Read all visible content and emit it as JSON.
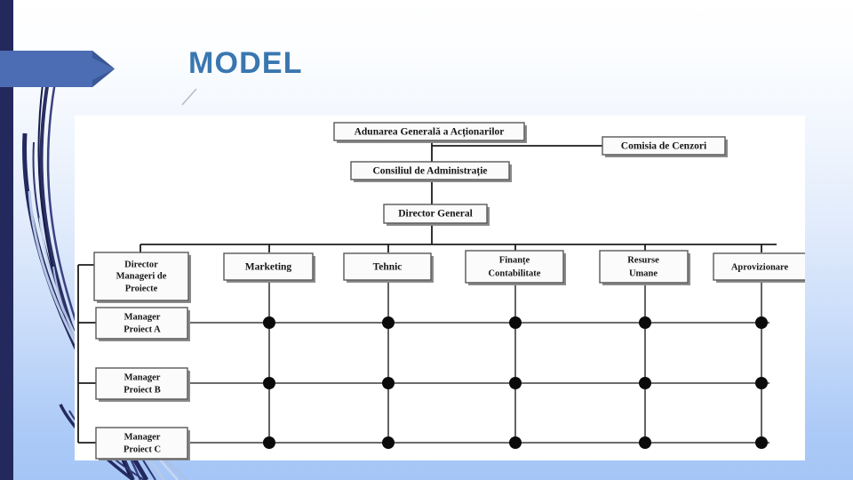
{
  "slide": {
    "title": "MODEL",
    "accent_color": "#3a77b0",
    "banner_color": "#4c6cb3",
    "edge_bar_color": "#23295c",
    "background_top": "#ffffff",
    "background_bottom": "#a4c5f6"
  },
  "chart_data": {
    "type": "diagram",
    "title": "MODEL",
    "diagram_kind": "matrix-organizational-chart",
    "hierarchy": [
      {
        "id": "aga",
        "label": "Adunarea Generală a Acționarilor",
        "level": 0
      },
      {
        "id": "cenz",
        "label": "Comisia de Cenzori",
        "level": 0
      },
      {
        "id": "ca",
        "label": "Consiliul de Administrație",
        "level": 1
      },
      {
        "id": "dg",
        "label": "Director General",
        "level": 2
      }
    ],
    "departments": [
      {
        "id": "dmp",
        "label_lines": [
          "Director",
          "Manageri de",
          "Proiecte"
        ],
        "label": "Director Manageri de Proiecte"
      },
      {
        "id": "mkt",
        "label_lines": [
          "Marketing"
        ],
        "label": "Marketing"
      },
      {
        "id": "teh",
        "label_lines": [
          "Tehnic"
        ],
        "label": "Tehnic"
      },
      {
        "id": "fin",
        "label_lines": [
          "Finanțe",
          "Contabilitate"
        ],
        "label": "Finanțe Contabilitate"
      },
      {
        "id": "ru",
        "label_lines": [
          "Resurse",
          "Umane"
        ],
        "label": "Resurse Umane"
      },
      {
        "id": "apro",
        "label_lines": [
          "Aprovizionare"
        ],
        "label": "Aprovizionare"
      }
    ],
    "project_managers": [
      {
        "id": "pma",
        "label_lines": [
          "Manager",
          "Proiect A"
        ],
        "label": "Manager Proiect A"
      },
      {
        "id": "pmb",
        "label_lines": [
          "Manager",
          "Proiect B"
        ],
        "label": "Manager Proiect B"
      },
      {
        "id": "pmc",
        "label_lines": [
          "Manager",
          "Proiect C"
        ],
        "label": "Manager Proiect C"
      }
    ],
    "matrix_columns": [
      "mkt",
      "teh",
      "fin",
      "ru",
      "apro"
    ],
    "matrix_rows": [
      "pma",
      "pmb",
      "pmc"
    ],
    "intersections": [
      [
        "pma",
        "mkt"
      ],
      [
        "pma",
        "teh"
      ],
      [
        "pma",
        "fin"
      ],
      [
        "pma",
        "ru"
      ],
      [
        "pma",
        "apro"
      ],
      [
        "pmb",
        "mkt"
      ],
      [
        "pmb",
        "teh"
      ],
      [
        "pmb",
        "fin"
      ],
      [
        "pmb",
        "ru"
      ],
      [
        "pmb",
        "apro"
      ],
      [
        "pmc",
        "mkt"
      ],
      [
        "pmc",
        "teh"
      ],
      [
        "pmc",
        "fin"
      ],
      [
        "pmc",
        "ru"
      ],
      [
        "pmc",
        "apro"
      ]
    ],
    "connections": [
      {
        "from": "aga",
        "to": "cenz",
        "style": "horizontal"
      },
      {
        "from": "aga",
        "to": "ca",
        "style": "vertical"
      },
      {
        "from": "ca",
        "to": "dg",
        "style": "vertical"
      },
      {
        "from": "dg",
        "to": "dmp",
        "style": "bus"
      },
      {
        "from": "dg",
        "to": "mkt",
        "style": "bus"
      },
      {
        "from": "dg",
        "to": "teh",
        "style": "bus"
      },
      {
        "from": "dg",
        "to": "fin",
        "style": "bus"
      },
      {
        "from": "dg",
        "to": "ru",
        "style": "bus"
      },
      {
        "from": "dg",
        "to": "apro",
        "style": "bus"
      },
      {
        "from": "dmp",
        "to": "pma",
        "style": "left-spine"
      },
      {
        "from": "dmp",
        "to": "pmb",
        "style": "left-spine"
      },
      {
        "from": "dmp",
        "to": "pmc",
        "style": "left-spine"
      }
    ],
    "counts": {
      "departments": 6,
      "project_managers": 3,
      "matrix_dots": 15
    }
  }
}
